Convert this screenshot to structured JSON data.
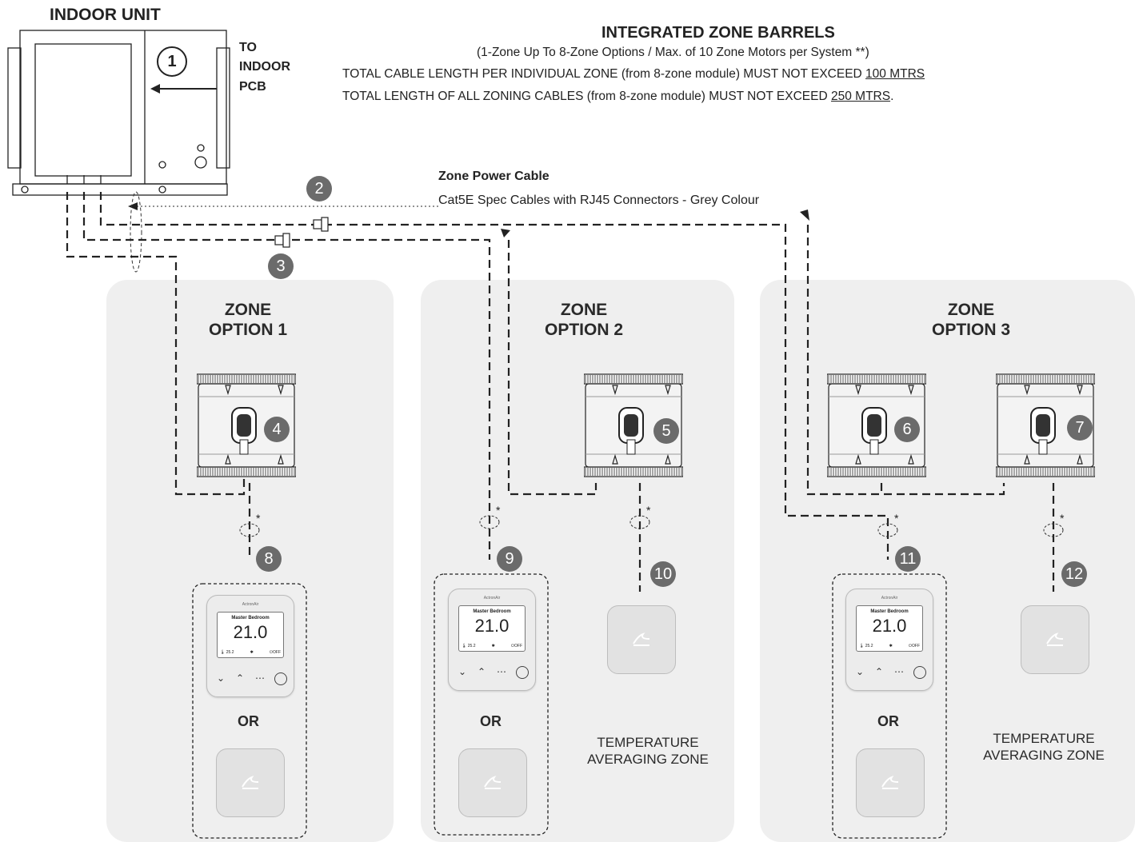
{
  "indoor_unit": {
    "title": "INDOOR UNIT",
    "step": "1",
    "to_label": [
      "TO",
      "INDOOR",
      "PCB"
    ]
  },
  "header": {
    "title": "INTEGRATED ZONE BARRELS",
    "subtitle": "(1-Zone Up To 8-Zone Options / Max. of 10 Zone Motors per System **)",
    "line1": "TOTAL CABLE LENGTH PER  INDIVIDUAL ZONE (from 8-zone module) MUST NOT EXCEED ",
    "line1_value": "100 MTRS",
    "line2": "TOTAL LENGTH OF ALL ZONING CABLES (from 8-zone module) MUST NOT EXCEED ",
    "line2_value": "250 MTRS",
    "line2_end": "."
  },
  "cable": {
    "title": "Zone Power Cable",
    "spec": "Cat5E Spec Cables with RJ45 Connectors - Grey Colour",
    "badge_power": "2",
    "badge_data": "3"
  },
  "zones": [
    {
      "title_l1": "ZONE",
      "title_l2": "OPTION 1",
      "motors": [
        "4"
      ],
      "controller_badge": "8",
      "or": "OR"
    },
    {
      "title_l1": "ZONE",
      "title_l2": "OPTION 2",
      "motors": [
        "5"
      ],
      "controller_badge": "9",
      "or": "OR",
      "sensor_badge": "10",
      "avg_l1": "TEMPERATURE",
      "avg_l2": "AVERAGING ZONE"
    },
    {
      "title_l1": "ZONE",
      "title_l2": "OPTION 3",
      "motors": [
        "6",
        "7"
      ],
      "controller_badge": "11",
      "or": "OR",
      "sensor_badge": "12",
      "avg_l1": "TEMPERATURE",
      "avg_l2": "AVERAGING ZONE"
    }
  ],
  "thermostat": {
    "brand": "ActronAir",
    "room": "Master Bedroom",
    "temp": "21.0",
    "room_temp": "🌡 25.2",
    "fan_icon": "✱",
    "power_state": "⏻OFF"
  },
  "asterisk": "*",
  "colors": {
    "panel": "#efefef",
    "badge": "#6b6b6b",
    "line": "#222222"
  }
}
